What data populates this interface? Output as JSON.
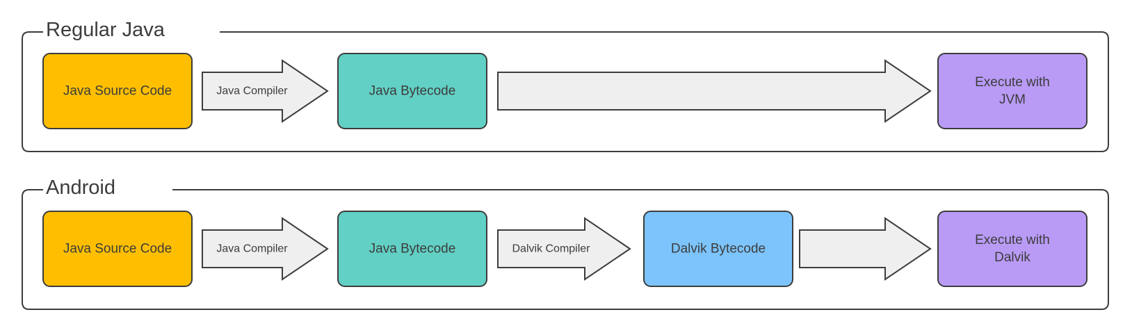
{
  "colors": {
    "source": "#FFBF00",
    "java_bytecode": "#62D0C4",
    "dalvik_bytecode": "#7CC4FB",
    "execute": "#B99BF6",
    "arrow_fill": "#EFEFEF",
    "stroke": "#3C3C3C"
  },
  "groups": [
    {
      "title": "Regular Java",
      "boxes": [
        {
          "lines": [
            "Java Source Code"
          ],
          "color_key": "source"
        },
        {
          "lines": [
            "Java Bytecode"
          ],
          "color_key": "java_bytecode"
        },
        {
          "lines": [
            "Execute with",
            "JVM"
          ],
          "color_key": "execute"
        }
      ],
      "arrows": [
        {
          "label": "Java Compiler"
        },
        {
          "label": ""
        }
      ]
    },
    {
      "title": "Android",
      "boxes": [
        {
          "lines": [
            "Java Source Code"
          ],
          "color_key": "source"
        },
        {
          "lines": [
            "Java Bytecode"
          ],
          "color_key": "java_bytecode"
        },
        {
          "lines": [
            "Dalvik Bytecode"
          ],
          "color_key": "dalvik_bytecode"
        },
        {
          "lines": [
            "Execute with",
            "Dalvik"
          ],
          "color_key": "execute"
        }
      ],
      "arrows": [
        {
          "label": "Java Compiler"
        },
        {
          "label": "Dalvik Compiler"
        },
        {
          "label": ""
        }
      ]
    }
  ]
}
